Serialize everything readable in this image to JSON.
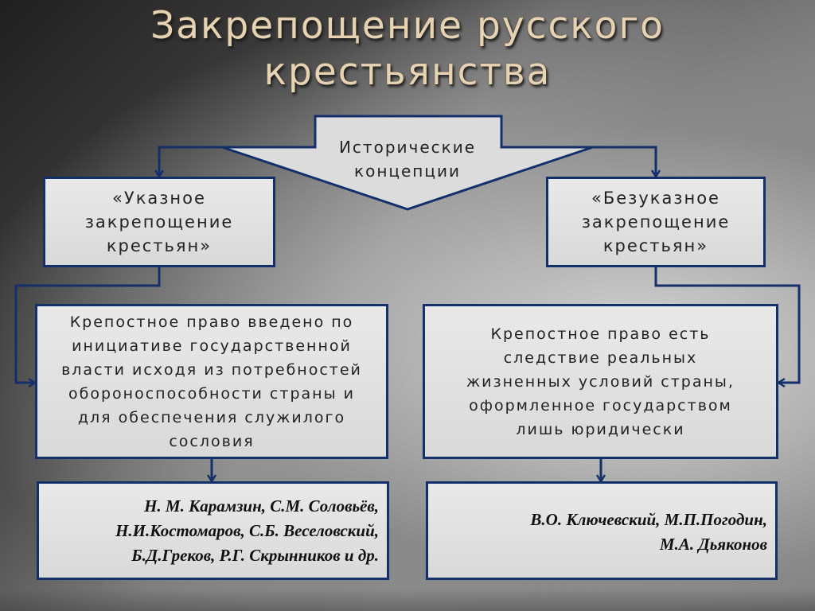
{
  "title": {
    "line1": "Закрепощение русского",
    "line2": "крестьянства"
  },
  "center": {
    "line1": "Исторические",
    "line2": "концепции"
  },
  "left_concept": {
    "line1": "«Указное",
    "line2": "закрепощение",
    "line3": "крестьян»"
  },
  "right_concept": {
    "line1": "«Безуказное",
    "line2": "закрепощение",
    "line3": "крестьян»"
  },
  "left_desc": {
    "line1": "Крепостное право введено по",
    "line2": "инициативе государственной",
    "line3": "власти исходя из потребностей",
    "line4": "обороноспособности страны и",
    "line5": "для обеспечения служилого",
    "line6": "сословия"
  },
  "right_desc": {
    "line1": "Крепостное право есть",
    "line2": "следствие реальных",
    "line3": "жизненных условий страны,",
    "line4": "оформленное государством",
    "line5": "лишь юридически"
  },
  "left_authors": {
    "line1": "Н. М. Карамзин, С.М. Соловьёв,",
    "line2": "Н.И.Костомаров, С.Б. Веселовский,",
    "line3": "Б.Д.Греков, Р.Г. Скрынников и др."
  },
  "right_authors": {
    "line1": "В.О. Ключевский, М.П.Погодин,",
    "line2": "М.А. Дьяконов"
  },
  "colors": {
    "border": "#14306a",
    "box_fill": "#e0e0e0",
    "title": "#e6d3b3"
  }
}
